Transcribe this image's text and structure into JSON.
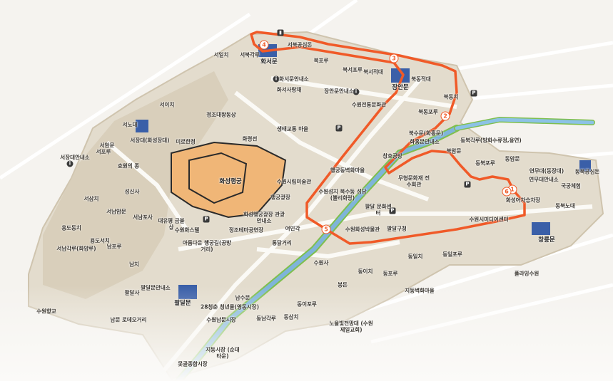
{
  "map": {
    "title": "수원화성 관광 지도",
    "route_color": "#f05a28",
    "route_stops": [
      "1",
      "2",
      "3",
      "4",
      "5",
      "6"
    ],
    "symbols": {
      "parking": "P",
      "info": "i",
      "toilet": "▮"
    },
    "labels": [
      "서일치",
      "서북각루",
      "화서문",
      "서북공심돈",
      "북포루",
      "북서포루",
      "북서적대",
      "장안문",
      "북동적대",
      "북동치",
      "북동포루",
      "화서문안내소",
      "화서사랑채",
      "장안문안내소",
      "수원전통문화관",
      "서이치",
      "정조대왕동상",
      "생태교통 마을",
      "서노대",
      "서장대(화성장대)",
      "서암문",
      "미로한정",
      "화령전",
      "서포루",
      "서장대안내소",
      "효원의 종",
      "화성행궁",
      "성신사",
      "서삼치",
      "서남암문",
      "서남포사",
      "용도동치",
      "용도서치",
      "서남각루(화양루)",
      "남포루",
      "대유평 금불상",
      "화성행궁광장 관광안내소",
      "수원화스텔",
      "정조테마공연장",
      "아름다운 행궁길(공방거리)",
      "행궁광장",
      "수원시립미술관",
      "행궁동벽화마을",
      "수원성지 북수동 성당 (뽈리화랑)",
      "북수문(화홍문)",
      "화홍문안내소",
      "창호공방",
      "동북각루(방화수류정,용연)",
      "북암문",
      "동북포루",
      "동암문",
      "무형문화재 전수회관",
      "팔달 문화센터",
      "팔달구청",
      "수원화성박물관",
      "연무대(동장대)",
      "연무대안내소",
      "국궁체험",
      "화성어차승차장",
      "동북공심돈",
      "수원시미디어센터",
      "동북노대",
      "창룡문",
      "여민각",
      "통닭거리",
      "수원사",
      "동이치",
      "봉돈",
      "동이포루",
      "동삼치",
      "동남각루",
      "동포루",
      "동일치",
      "동일포루",
      "지동벽화마을",
      "노을빛전망대 (수원제일교회)",
      "플라잉수원",
      "남치",
      "팔달사",
      "팔달문안내소",
      "팔달문",
      "남수문",
      "28청춘 청년몰(영동시장)",
      "수원남문시장",
      "지동시장 (순대타운)",
      "못골종합시장",
      "수원향교",
      "남문 로데오거리"
    ]
  }
}
